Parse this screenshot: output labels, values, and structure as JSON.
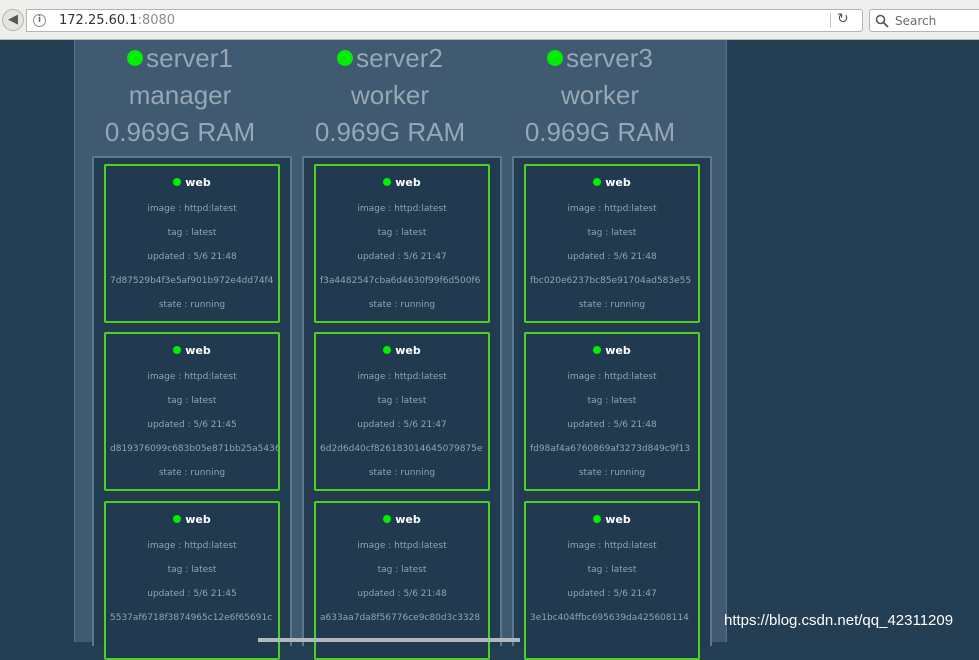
{
  "browser": {
    "url_host": "172.25.60.1",
    "url_port": ":8080",
    "search_placeholder": "Search"
  },
  "nodes": [
    {
      "name": "server1",
      "role": "manager",
      "ram": "0.969G RAM",
      "tasks": [
        {
          "name": "web",
          "image": "image : httpd:latest",
          "tag": "tag : latest",
          "updated": "updated : 5/6 21:48",
          "id": "7d87529b4f3e5af901b972e4dd74f4",
          "state": "state : running"
        },
        {
          "name": "web",
          "image": "image : httpd:latest",
          "tag": "tag : latest",
          "updated": "updated : 5/6 21:45",
          "id": "d819376099c683b05e871bb25a5436",
          "state": "state : running"
        },
        {
          "name": "web",
          "image": "image : httpd:latest",
          "tag": "tag : latest",
          "updated": "updated : 5/6 21:45",
          "id": "5537af6718f3874965c12e6f65691c",
          "state": ""
        }
      ]
    },
    {
      "name": "server2",
      "role": "worker",
      "ram": "0.969G RAM",
      "tasks": [
        {
          "name": "web",
          "image": "image : httpd:latest",
          "tag": "tag : latest",
          "updated": "updated : 5/6 21:47",
          "id": "f3a4482547cba6d4630f99f6d500f6",
          "state": "state : running"
        },
        {
          "name": "web",
          "image": "image : httpd:latest",
          "tag": "tag : latest",
          "updated": "updated : 5/6 21:47",
          "id": "6d2d6d40cf826183014645079875e",
          "state": "state : running"
        },
        {
          "name": "web",
          "image": "image : httpd:latest",
          "tag": "tag : latest",
          "updated": "updated : 5/6 21:48",
          "id": "a633aa7da8f56776ce9c80d3c3328",
          "state": ""
        }
      ]
    },
    {
      "name": "server3",
      "role": "worker",
      "ram": "0.969G RAM",
      "tasks": [
        {
          "name": "web",
          "image": "image : httpd:latest",
          "tag": "tag : latest",
          "updated": "updated : 5/6 21:48",
          "id": "fbc020e6237bc85e91704ad583e55",
          "state": "state : running"
        },
        {
          "name": "web",
          "image": "image : httpd:latest",
          "tag": "tag : latest",
          "updated": "updated : 5/6 21:48",
          "id": "fd98af4a6760869af3273d849c9f13",
          "state": "state : running"
        },
        {
          "name": "web",
          "image": "image : httpd:latest",
          "tag": "tag : latest",
          "updated": "updated : 5/6 21:47",
          "id": "3e1bc404ffbc695639da425608114",
          "state": ""
        }
      ]
    }
  ],
  "watermark": "https://blog.csdn.net/qq_42311209",
  "colors": {
    "status_dot": "#00ee00",
    "task_border": "#4cd31f",
    "background": "#243e54"
  }
}
